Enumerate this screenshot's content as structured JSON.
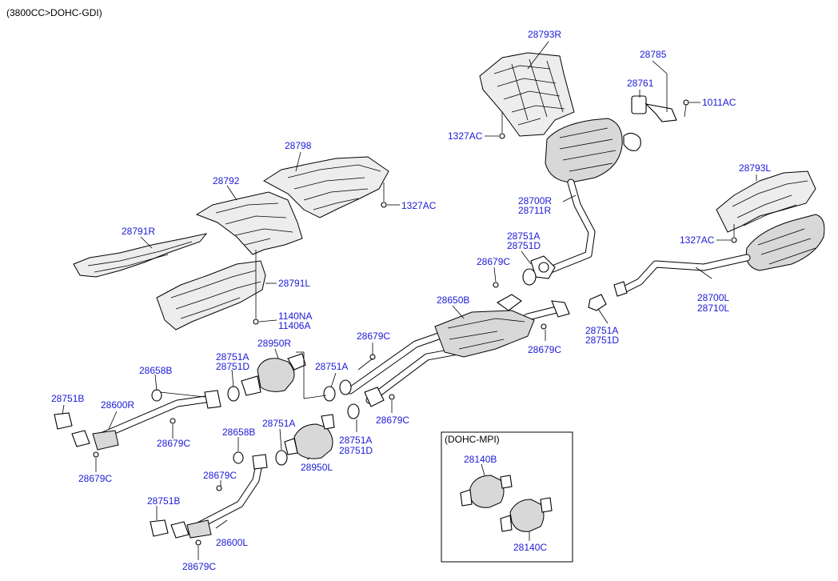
{
  "header": {
    "engine_title": "(3800CC>DOHC-GDI)"
  },
  "inset": {
    "title": "(DOHC-MPI)"
  },
  "labels": {
    "p28793R": "28793R",
    "p28785": "28785",
    "p28761": "28761",
    "p1011AC": "1011AC",
    "p1327AC_top": "1327AC",
    "p28798": "28798",
    "p28792": "28792",
    "p1327AC_mid": "1327AC",
    "p28700R": "28700R",
    "p28711R": "28711R",
    "p28793L": "28793L",
    "p28791R": "28791R",
    "p1327AC_right": "1327AC",
    "p28751A_1": "28751A",
    "p28751D_1": "28751D",
    "p28679C_1": "28679C",
    "p28791L": "28791L",
    "p28650B": "28650B",
    "p28700L": "28700L",
    "p28710L": "28710L",
    "p1140NA": "1140NA",
    "p11406A": "11406A",
    "p28751A_2": "28751A",
    "p28751D_2": "28751D",
    "p28679C_2": "28679C",
    "p28950R": "28950R",
    "p28679C_3": "28679C",
    "p28751A_3": "28751A",
    "p28751D_3": "28751D",
    "p28751A_4": "28751A",
    "p28658B_1": "28658B",
    "p28751B_1": "28751B",
    "p28600R": "28600R",
    "p28679C_4": "28679C",
    "p28679C_5": "28679C",
    "p28751A_5": "28751A",
    "p28751A_6": "28751A",
    "p28751D_6": "28751D",
    "p28658B_2": "28658B",
    "p28950L": "28950L",
    "p28679C_6": "28679C",
    "p28679C_7": "28679C",
    "p28751B_2": "28751B",
    "p28600L": "28600L",
    "p28679C_8": "28679C",
    "p28140B": "28140B",
    "p28140C": "28140C"
  }
}
